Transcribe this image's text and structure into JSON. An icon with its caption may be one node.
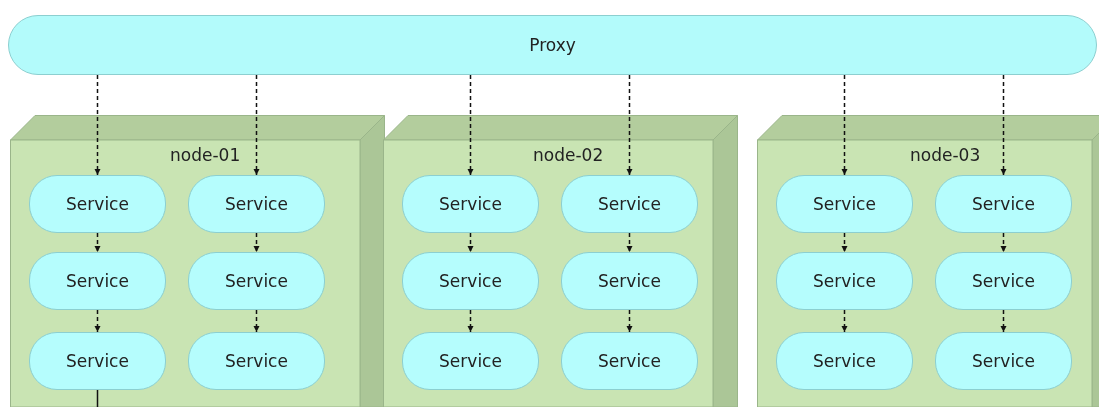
{
  "diagram": {
    "nodes": [
      {
        "text": [
          "Proxy"
        ]
      },
      {
        "text": [
          "node-01"
        ]
      },
      {
        "text": [
          "Service"
        ],
        "in": 1
      },
      {
        "text": [
          "Service"
        ],
        "in": 1
      },
      {
        "text": [
          "Service"
        ],
        "in": 1
      },
      {
        "text": [
          "Service"
        ],
        "in": 1
      },
      {
        "text": [
          "Service"
        ],
        "in": 1
      },
      {
        "text": [
          "Service"
        ],
        "in": 1
      },
      {
        "text": [
          "node-02"
        ]
      },
      {
        "text": [
          "Service"
        ],
        "in": 8
      },
      {
        "text": [
          "Service"
        ],
        "in": 8
      },
      {
        "text": [
          "Service"
        ],
        "in": 8
      },
      {
        "text": [
          "Service"
        ],
        "in": 8
      },
      {
        "text": [
          "Service"
        ],
        "in": 8
      },
      {
        "text": [
          "Service"
        ],
        "in": 8
      },
      {
        "text": [
          "node-03"
        ]
      },
      {
        "text": [
          "Service"
        ],
        "in": 15
      },
      {
        "text": [
          "Service"
        ],
        "in": 15
      },
      {
        "text": [
          "Service"
        ],
        "in": 15
      },
      {
        "text": [
          "Service"
        ],
        "in": 15
      },
      {
        "text": [
          "Service"
        ],
        "in": 15
      },
      {
        "text": [
          "Service"
        ],
        "in": 15
      }
    ],
    "edges": [
      {
        "from": 0,
        "to": 2,
        "arrow": "to",
        "style": "dashed"
      },
      {
        "from": 0,
        "to": 3,
        "arrow": "to",
        "style": "dashed"
      },
      {
        "from": 2,
        "to": 4,
        "arrow": "to",
        "style": "dashed"
      },
      {
        "from": 3,
        "to": 5,
        "arrow": "to",
        "style": "dashed"
      },
      {
        "from": 4,
        "to": 6,
        "arrow": "to",
        "style": "dashed"
      },
      {
        "from": 5,
        "to": 7,
        "arrow": "to",
        "style": "dashed"
      },
      {
        "from": 0,
        "to": 9,
        "arrow": "to",
        "style": "dashed"
      },
      {
        "from": 0,
        "to": 10,
        "arrow": "to",
        "style": "dashed"
      },
      {
        "from": 9,
        "to": 11,
        "arrow": "to",
        "style": "dashed"
      },
      {
        "from": 10,
        "to": 12,
        "arrow": "to",
        "style": "dashed"
      },
      {
        "from": 11,
        "to": 13,
        "arrow": "to",
        "style": "dashed"
      },
      {
        "from": 12,
        "to": 14,
        "arrow": "to",
        "style": "dashed"
      },
      {
        "from": 0,
        "to": 16,
        "arrow": "to",
        "style": "dashed"
      },
      {
        "from": 0,
        "to": 17,
        "arrow": "to",
        "style": "dashed"
      },
      {
        "from": 16,
        "to": 18,
        "arrow": "to",
        "style": "dashed"
      },
      {
        "from": 17,
        "to": 19,
        "arrow": "to",
        "style": "dashed"
      },
      {
        "from": 18,
        "to": 20,
        "arrow": "to",
        "style": "dashed"
      },
      {
        "from": 19,
        "to": 21,
        "arrow": "to",
        "style": "dashed"
      },
      {
        "from": 6,
        "to": null,
        "arrow": "none"
      }
    ]
  }
}
